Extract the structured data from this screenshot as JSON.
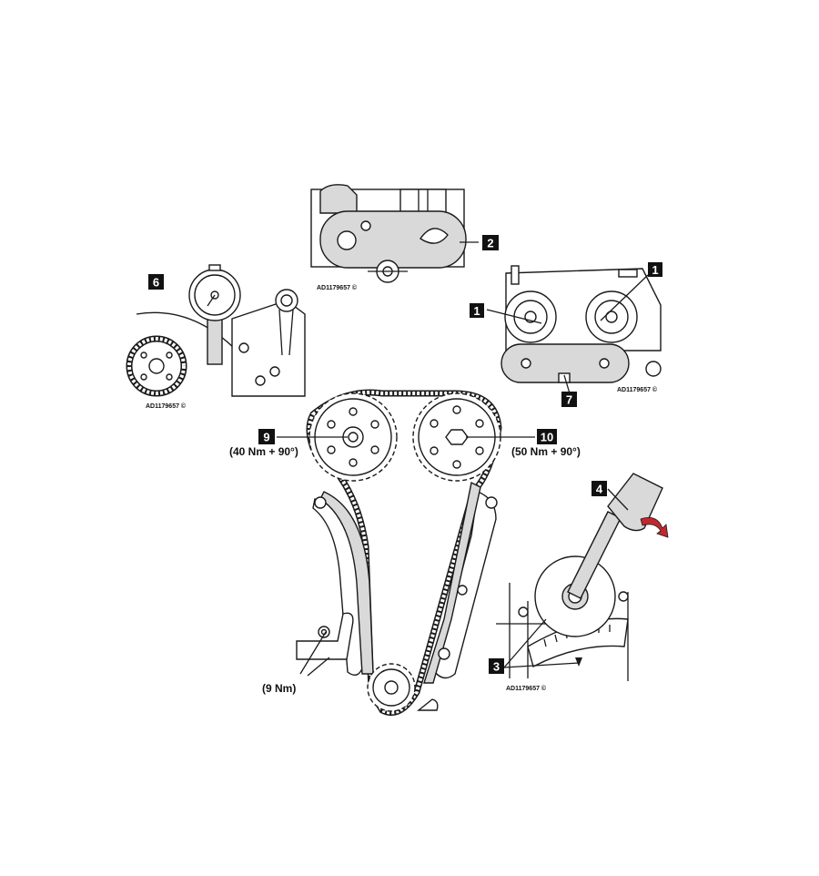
{
  "callouts": {
    "c1a": "1",
    "c1b": "1",
    "c2": "2",
    "c3": "3",
    "c4": "4",
    "c6": "6",
    "c7": "7",
    "c9": "9",
    "c10": "10"
  },
  "torque": {
    "item9": "(40 Nm + 90°)",
    "item10": "(50 Nm + 90°)",
    "tensioner": "(9 Nm)"
  },
  "reference": {
    "top_panel": "AD1179657 ©",
    "left_panel": "AD1179657 ©",
    "right_panel": "AD1179657 ©",
    "bottom_right_panel": "AD1179657 ©"
  },
  "colors": {
    "arrow": "#c0282d",
    "ink": "#1a1a1a"
  }
}
